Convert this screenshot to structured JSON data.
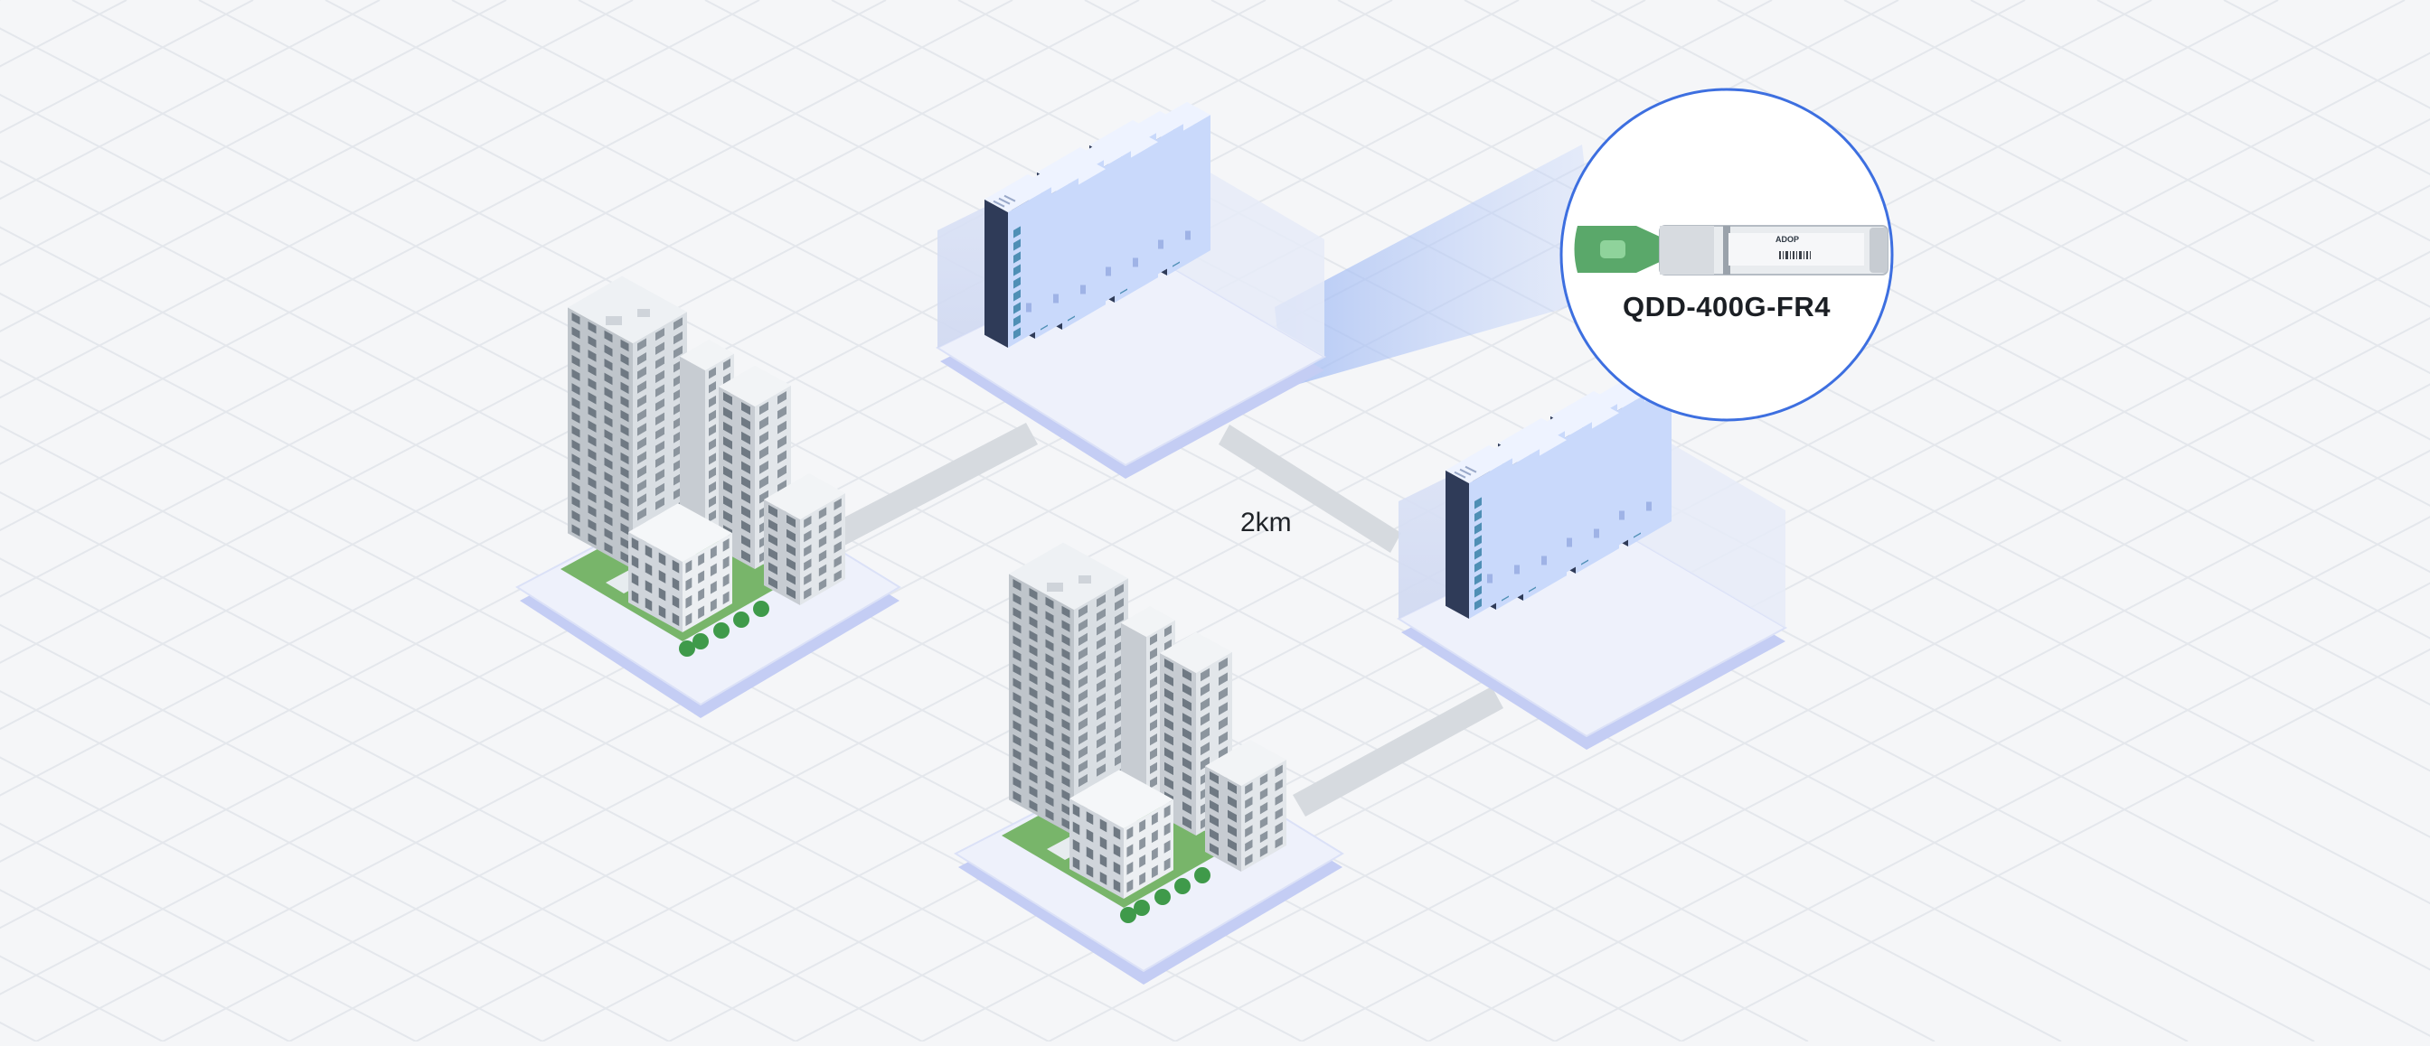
{
  "distance_label": "2km",
  "module": {
    "model_label": "QDD-400G-FR4",
    "brand_text": "ADOP"
  },
  "colors": {
    "background": "#f5f6f8",
    "platform": "#eef1fb",
    "platform_edge": "#b8c3f2",
    "link": "#d9dde2",
    "accent_blue": "#3d6fe0",
    "server_front": "#c9d9fb",
    "server_screen": "#4f8fb5",
    "module_green": "#5aa86a"
  },
  "nodes": [
    {
      "type": "office-campus",
      "name": "campus-left"
    },
    {
      "type": "office-campus",
      "name": "campus-bottom"
    },
    {
      "type": "data-center",
      "name": "datacenter-top"
    },
    {
      "type": "data-center",
      "name": "datacenter-right"
    }
  ]
}
